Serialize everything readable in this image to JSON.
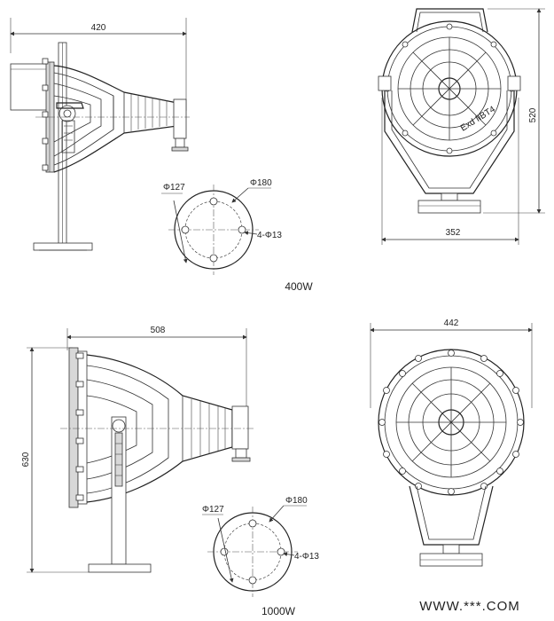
{
  "watermark": "WWW.***.COM",
  "top": {
    "caption": "400W",
    "side_width": "420",
    "front_height": "520",
    "front_width": "352",
    "flange": {
      "bolt_circle": "Φ127",
      "outer": "Φ180",
      "holes": "4-Φ13"
    },
    "nameplate": "Exd IIBT4"
  },
  "bottom": {
    "caption": "1000W",
    "side_width": "508",
    "side_height": "630",
    "front_width": "442",
    "flange": {
      "bolt_circle": "Φ127",
      "outer": "Φ180",
      "holes": "4-Φ13"
    }
  }
}
